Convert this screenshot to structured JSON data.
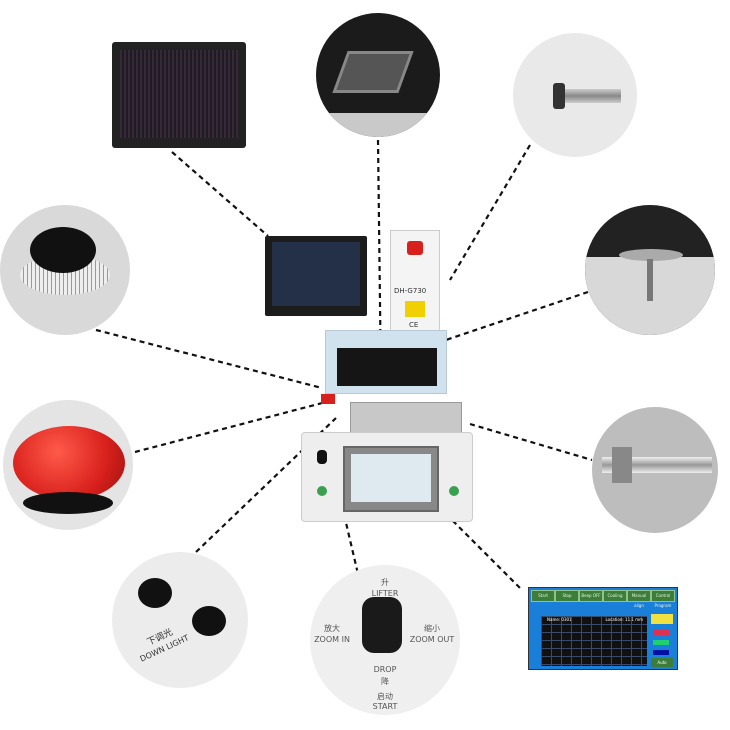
{
  "machine": {
    "model": "DH-G730",
    "ce_mark": "CE"
  },
  "joystick": {
    "up_cn": "升",
    "up_en": "LIFTER",
    "left_cn": "放大",
    "left_en": "ZOOM IN",
    "right_cn": "缩小",
    "right_en": "ZOOM OUT",
    "down_en": "DROP",
    "down_cn": "降",
    "start_cn": "启动",
    "start_en": "START"
  },
  "knob_panel": {
    "label_cn": "下调光",
    "label_en": "DOWN LIGHT"
  },
  "touchscreen": {
    "buttons": [
      "Start",
      "Stop",
      "Beep OFF",
      "Cooling",
      "Manual align",
      "Control Program"
    ],
    "name_label": "Name: 0301",
    "location_label": "Location: 11.1 mm",
    "ok_label": "Auto"
  },
  "colors": {
    "accent_red": "#d8201c",
    "screen_blue": "#1a7fd8",
    "machine_body": "#eeeeee"
  }
}
